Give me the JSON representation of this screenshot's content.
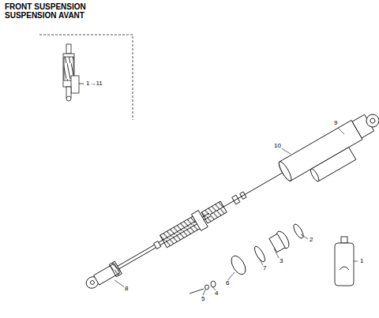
{
  "diagram": {
    "title": "FRONT SUSPENSION",
    "labels": [
      "SUSPENSION AVANT",
      "1→11",
      "9",
      "10",
      "2",
      "3",
      "7",
      "1",
      "8",
      "6",
      "4",
      "5"
    ]
  }
}
